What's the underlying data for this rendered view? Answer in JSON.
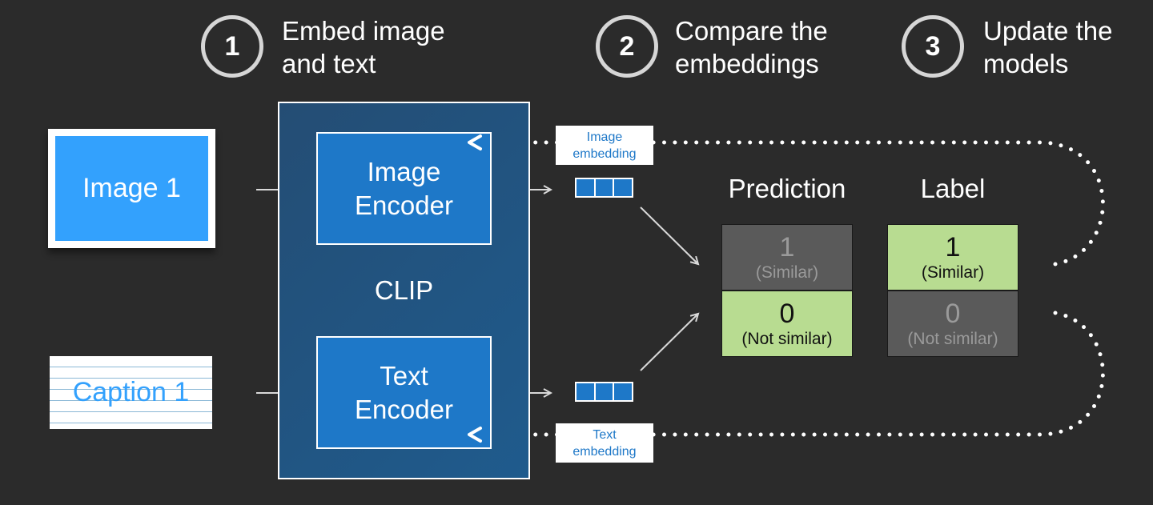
{
  "steps": [
    {
      "number": "1",
      "line1": "Embed image",
      "line2": "and text"
    },
    {
      "number": "2",
      "line1": "Compare the",
      "line2": "embeddings"
    },
    {
      "number": "3",
      "line1": "Update the",
      "line2": "models"
    }
  ],
  "inputs": {
    "image": "Image 1",
    "caption": "Caption 1"
  },
  "model": {
    "name": "CLIP",
    "image_encoder": {
      "line1": "Image",
      "line2": "Encoder"
    },
    "text_encoder": {
      "line1": "Text",
      "line2": "Encoder"
    }
  },
  "embeddings": {
    "image_label": {
      "line1": "Image",
      "line2": "embedding"
    },
    "text_label": {
      "line1": "Text",
      "line2": "embedding"
    }
  },
  "comparison": {
    "prediction": {
      "title": "Prediction",
      "cells": [
        {
          "value": "1",
          "caption": "(Similar)",
          "active": false
        },
        {
          "value": "0",
          "caption": "(Not similar)",
          "active": true
        }
      ]
    },
    "label": {
      "title": "Label",
      "cells": [
        {
          "value": "1",
          "caption": "(Similar)",
          "active": true
        },
        {
          "value": "0",
          "caption": "(Not similar)",
          "active": false
        }
      ]
    }
  },
  "colors": {
    "background": "#2b2b2b",
    "image_blue": "#33a1fd",
    "encoder_blue": "#1e78c8",
    "clip_blue": "#23527f",
    "active_green": "#b8dc91",
    "inactive_gray": "#5a5a5a"
  }
}
